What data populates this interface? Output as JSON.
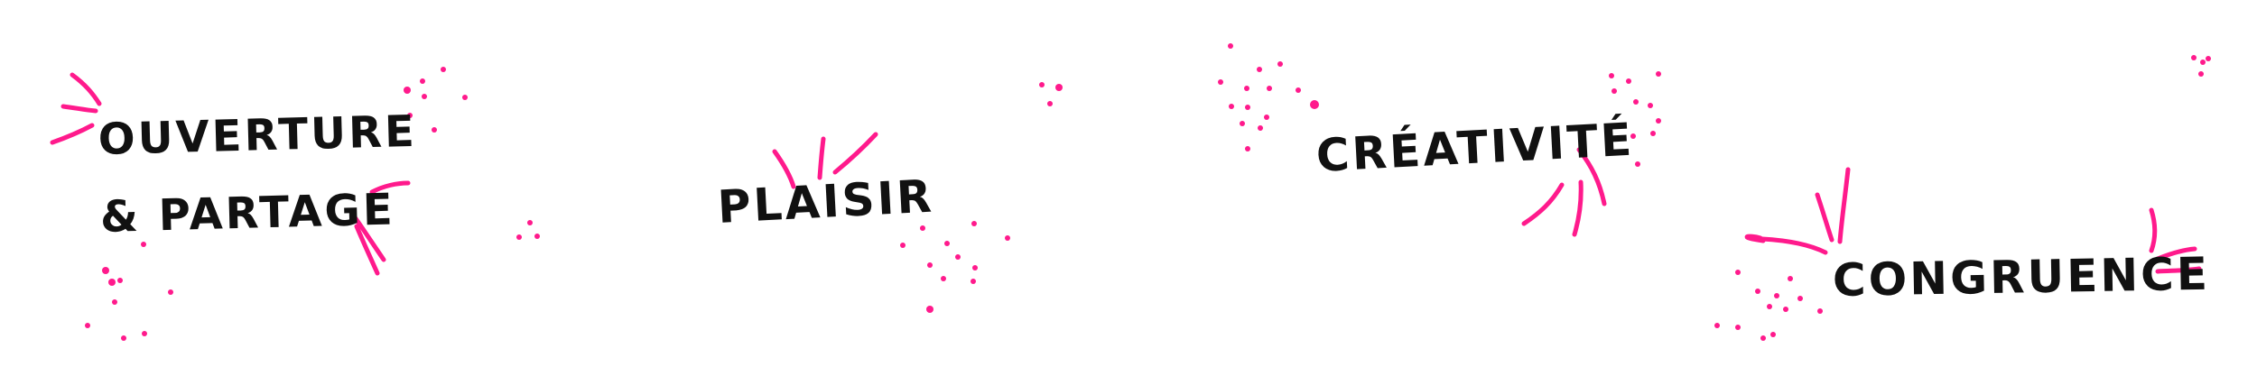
{
  "words": {
    "ouverture_line1": "Ouverture",
    "ouverture_line2": "& partage",
    "plaisir": "Plaisir",
    "creativite": "Créativité",
    "congruence": "Congruence"
  },
  "colors": {
    "accent": "#ff1a8c",
    "text": "#111111",
    "background": "#ffffff"
  }
}
